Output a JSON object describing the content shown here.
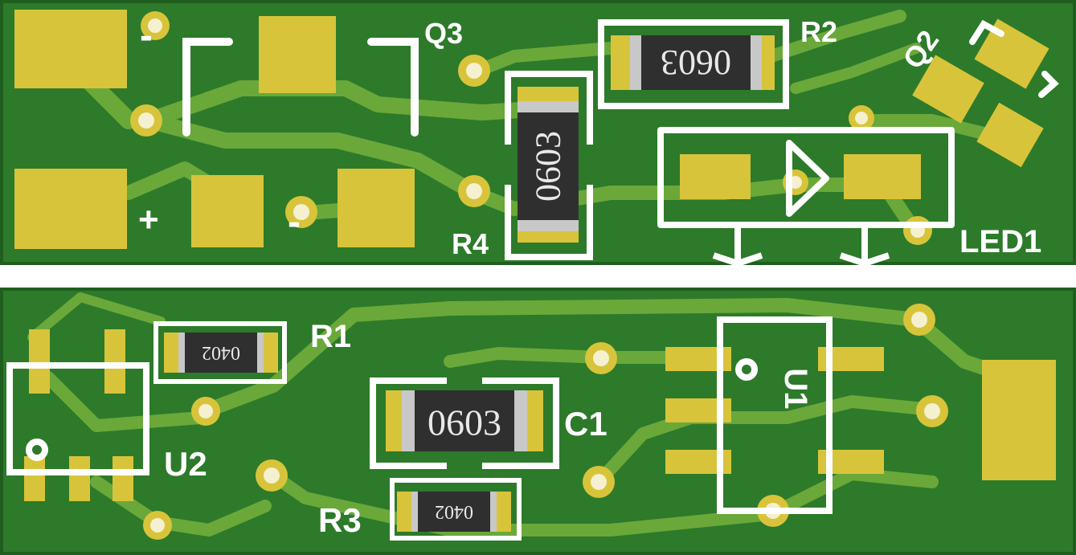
{
  "colors": {
    "board": "#2d7a2a",
    "board_edge": "#1f5e1e",
    "trace": "#6aa83a",
    "pad": "#d8c43a",
    "silk": "#ffffff",
    "via_hole": "#f4f0d0",
    "component_body": "#2f2f2f",
    "component_cap": "#c8c8c8"
  },
  "top_board": {
    "labels": {
      "q3": "Q3",
      "r2": "R2",
      "q2": "Q2",
      "r4": "R4",
      "led1": "LED1",
      "minus": "-",
      "plus": "+"
    },
    "packages": {
      "r2_pkg": "0603",
      "r4_pkg": "0603"
    }
  },
  "bottom_board": {
    "labels": {
      "r1": "R1",
      "c1": "C1",
      "u2": "U2",
      "r3": "R3",
      "u1": "U1"
    },
    "packages": {
      "r1_pkg": "0402",
      "c1_pkg": "0603",
      "r3_pkg": "0402"
    }
  }
}
